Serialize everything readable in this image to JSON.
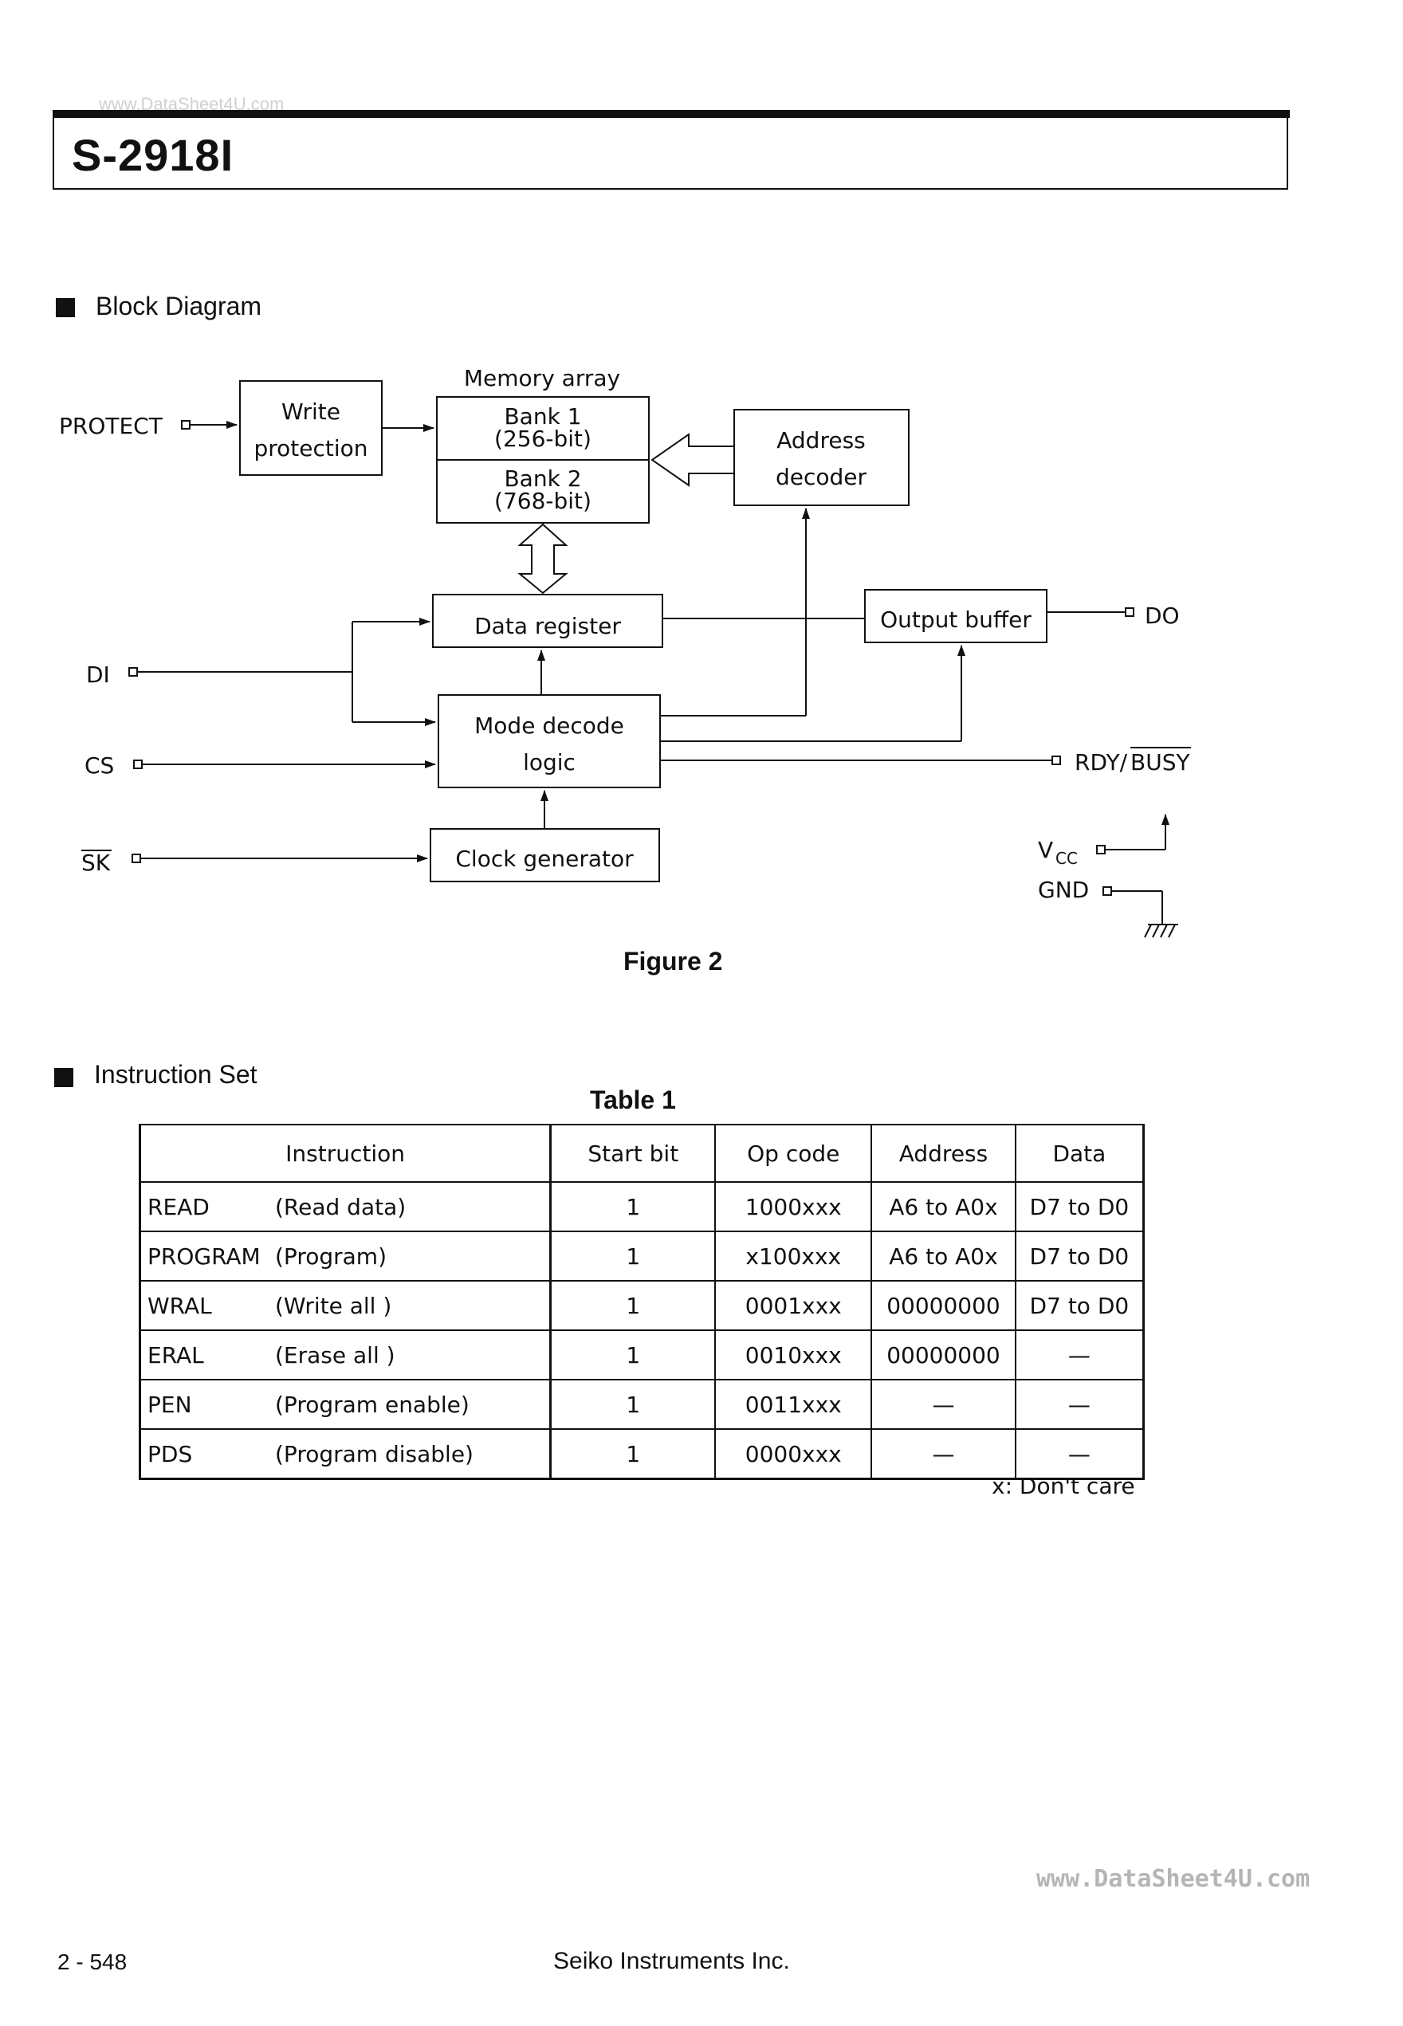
{
  "watermark_top": "www.DataSheet4U.com",
  "header": {
    "title": "S-2918I"
  },
  "block_section": {
    "heading": "Block Diagram"
  },
  "diagram": {
    "memory_array_label": "Memory array",
    "bank1_line1": "Bank 1",
    "bank1_line2": "(256-bit)",
    "bank2_line1": "Bank 2",
    "bank2_line2": "(768-bit)",
    "write_protection_line1": "Write",
    "write_protection_line2": "protection",
    "address_decoder_line1": "Address",
    "address_decoder_line2": "decoder",
    "data_register": "Data register",
    "output_buffer": "Output buffer",
    "mode_decode_line1": "Mode decode",
    "mode_decode_line2": "logic",
    "clock_generator": "Clock generator",
    "pins": {
      "protect": "PROTECT",
      "di": "DI",
      "cs": "CS",
      "sk": "SK",
      "do": "DO",
      "rdy": "RDY/",
      "busy": "BUSY",
      "vcc": "V",
      "vcc_sub": "CC",
      "gnd": "GND"
    }
  },
  "figure_caption": "Figure 2",
  "instruction_section": {
    "heading": "Instruction Set"
  },
  "table_caption": "Table 1",
  "table": {
    "headers": [
      "Instruction",
      "Start bit",
      "Op code",
      "Address",
      "Data"
    ],
    "rows": [
      {
        "mnemonic": "READ",
        "desc": "(Read data)",
        "start_bit": "1",
        "op_code": "1000xxx",
        "address": "A6 to A0x",
        "data": "D7 to D0"
      },
      {
        "mnemonic": "PROGRAM",
        "desc": "(Program)",
        "start_bit": "1",
        "op_code": "x100xxx",
        "address": "A6 to A0x",
        "data": "D7 to D0"
      },
      {
        "mnemonic": "WRAL",
        "desc": "(Write all )",
        "start_bit": "1",
        "op_code": "0001xxx",
        "address": "00000000",
        "data": "D7 to D0"
      },
      {
        "mnemonic": "ERAL",
        "desc": "(Erase all )",
        "start_bit": "1",
        "op_code": "0010xxx",
        "address": "00000000",
        "data": "—"
      },
      {
        "mnemonic": "PEN",
        "desc": "(Program enable)",
        "start_bit": "1",
        "op_code": "0011xxx",
        "address": "—",
        "data": "—"
      },
      {
        "mnemonic": "PDS",
        "desc": "(Program disable)",
        "start_bit": "1",
        "op_code": "0000xxx",
        "address": "—",
        "data": "—"
      }
    ]
  },
  "footnote": "x: Don't care",
  "watermark_bottom": "www.DataSheet4U.com",
  "footer": {
    "page_number": "2 - 548",
    "publisher": "Seiko Instruments Inc."
  }
}
